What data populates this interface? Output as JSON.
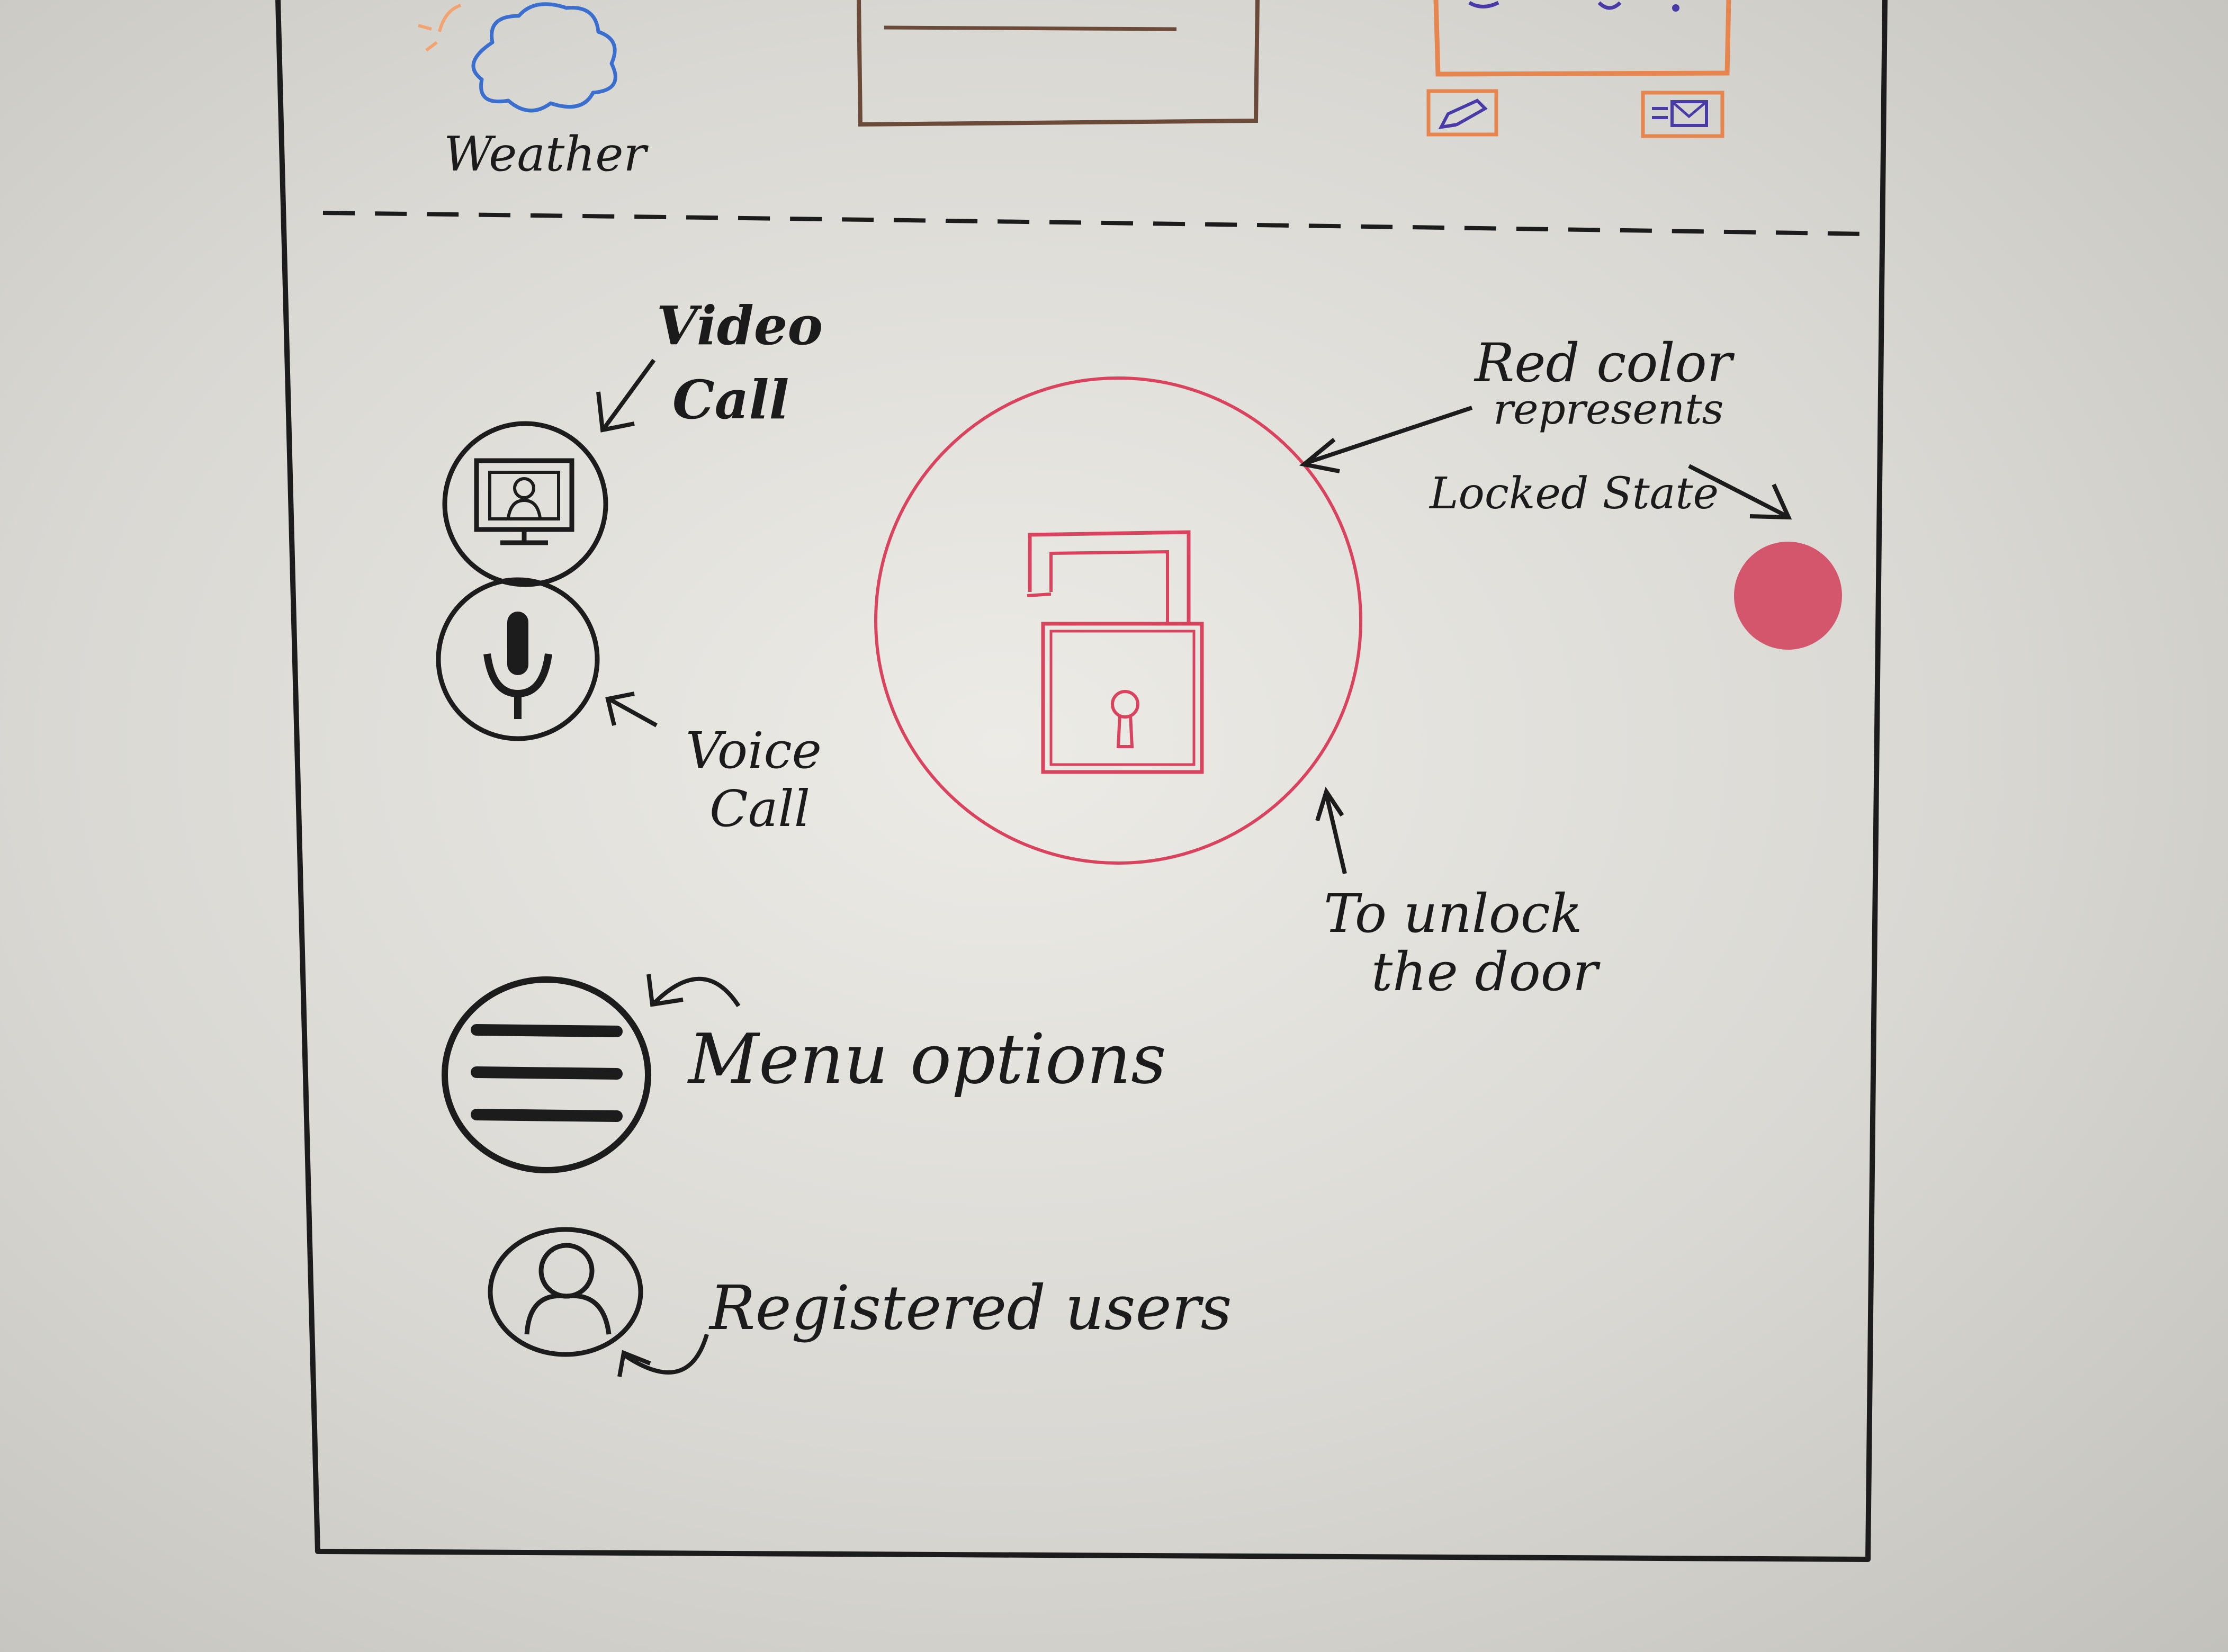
{
  "weather_widget": {
    "label": "Weather"
  },
  "controls": {
    "video_call": {
      "label_line1": "Video",
      "label_line2": "Call"
    },
    "voice_call": {
      "label_line1": "Voice",
      "label_line2": "Call"
    },
    "menu": {
      "label": "Menu options"
    },
    "users": {
      "label": "Registered users"
    }
  },
  "lock": {
    "annotation_line1": "To unlock",
    "annotation_line2": "the door"
  },
  "legend": {
    "line1": "Red color",
    "line2": "represents",
    "line3": "Locked State"
  },
  "colors": {
    "marker_black": "#1c1c1c",
    "lock_red": "#d9435e",
    "locked_dot": "#d3566d",
    "weather_blue": "#3a6fd0",
    "weather_sun": "#f3a36f",
    "card_orange": "#e6854d",
    "card_brown": "#6b4a3a",
    "icon_purple": "#4a3aa8"
  },
  "icons": [
    "cloud-sun-icon",
    "video-call-icon",
    "microphone-icon",
    "menu-icon",
    "user-icon",
    "padlock-icon",
    "pencil-icon",
    "mail-icon"
  ]
}
